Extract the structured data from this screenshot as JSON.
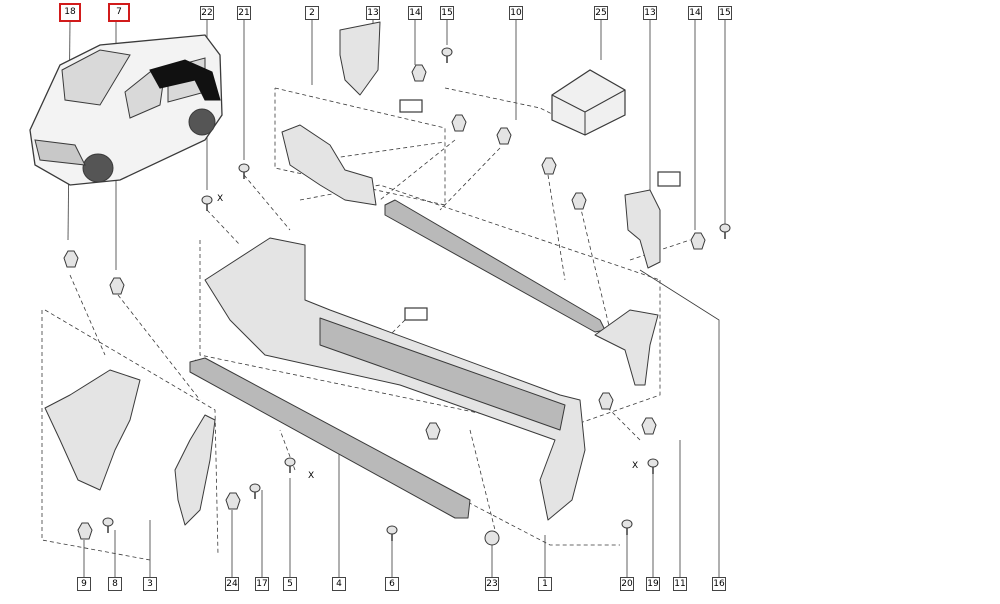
{
  "title": "",
  "callouts_top": [
    "18",
    "7",
    "22",
    "21",
    "2",
    "13",
    "14",
    "15",
    "10",
    "25",
    "13",
    "14",
    "15"
  ],
  "callouts_bottom": [
    "9",
    "8",
    "3",
    "24",
    "17",
    "5",
    "4",
    "6",
    "23",
    "1",
    "20",
    "19",
    "11",
    "16"
  ],
  "highlighted": [
    "18",
    "7"
  ],
  "cross_marks": [
    "X",
    "X",
    "X"
  ],
  "colors": {
    "line": "#3a3a3a",
    "highlight": "#d11b1b",
    "part_fill": "#e4e4e4",
    "part_dark": "#b9b9b9"
  }
}
